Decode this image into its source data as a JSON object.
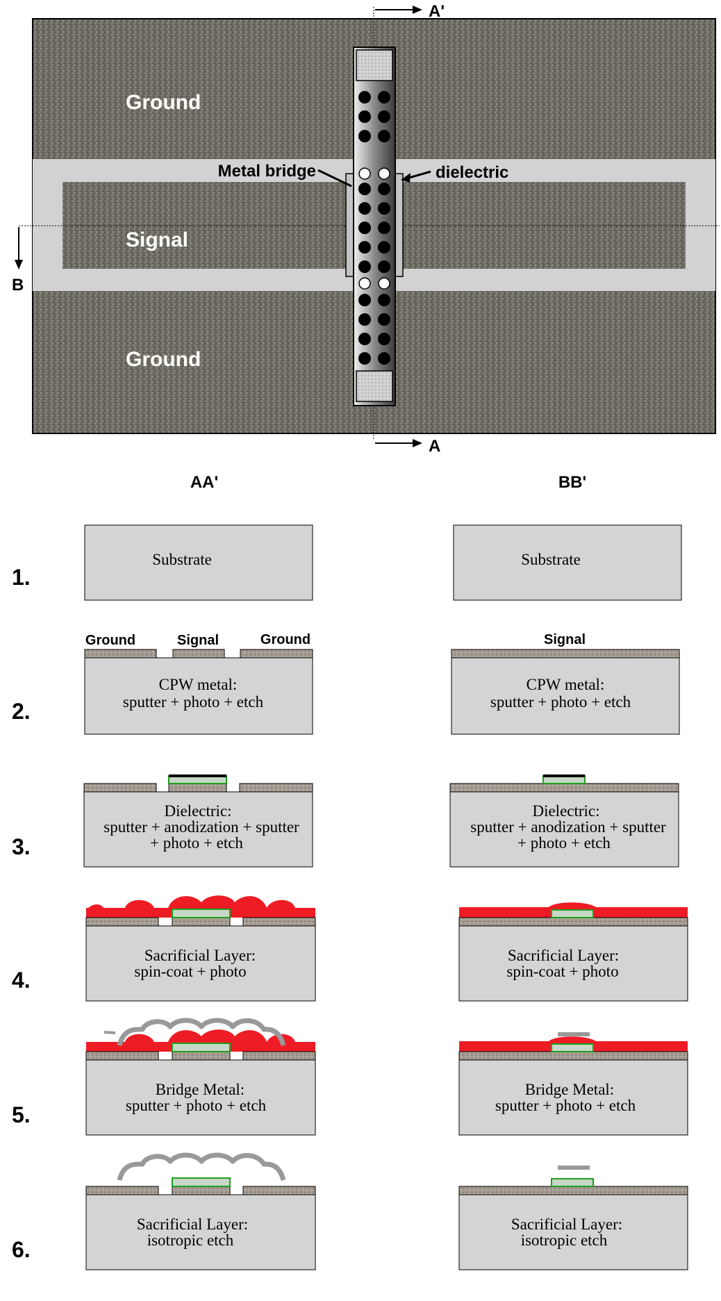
{
  "top_view": {
    "labels": {
      "ground_top": "Ground",
      "signal": "Signal",
      "ground_bottom": "Ground",
      "metal_bridge": "Metal bridge",
      "dielectric": "dielectric"
    },
    "section_markers": {
      "a_prime": "A'",
      "a": "A",
      "b": "B"
    }
  },
  "columns": {
    "left": "AA'",
    "right": "BB'"
  },
  "steps": [
    {
      "number": "1.",
      "lines": [
        "Substrate"
      ],
      "aa_labels": [],
      "bb_labels": []
    },
    {
      "number": "2.",
      "lines": [
        "CPW metal:",
        "sputter + photo + etch"
      ],
      "aa_labels": [
        "Ground",
        "Signal",
        "Ground"
      ],
      "bb_labels": [
        "Signal"
      ]
    },
    {
      "number": "3.",
      "lines": [
        "Dielectric:",
        "sputter + anodization + sputter",
        "+ photo + etch"
      ],
      "aa_labels": [],
      "bb_labels": []
    },
    {
      "number": "4.",
      "lines": [
        "Sacrificial Layer:",
        "spin-coat + photo"
      ],
      "aa_labels": [],
      "bb_labels": []
    },
    {
      "number": "5.",
      "lines": [
        "Bridge Metal:",
        "sputter + photo + etch"
      ],
      "aa_labels": [],
      "bb_labels": []
    },
    {
      "number": "6.",
      "lines": [
        "Sacrificial Layer:",
        "isotropic etch"
      ],
      "aa_labels": [],
      "bb_labels": []
    }
  ],
  "colors": {
    "substrate": "#d4d4d4",
    "metal": "#a9a096",
    "sacrificial": "#ee1c24",
    "dielectric_green": "#1ea01e",
    "bridge_metal": "#999999",
    "ground_plane": "#6e6b63",
    "signal_border": "#d2d2d2"
  }
}
